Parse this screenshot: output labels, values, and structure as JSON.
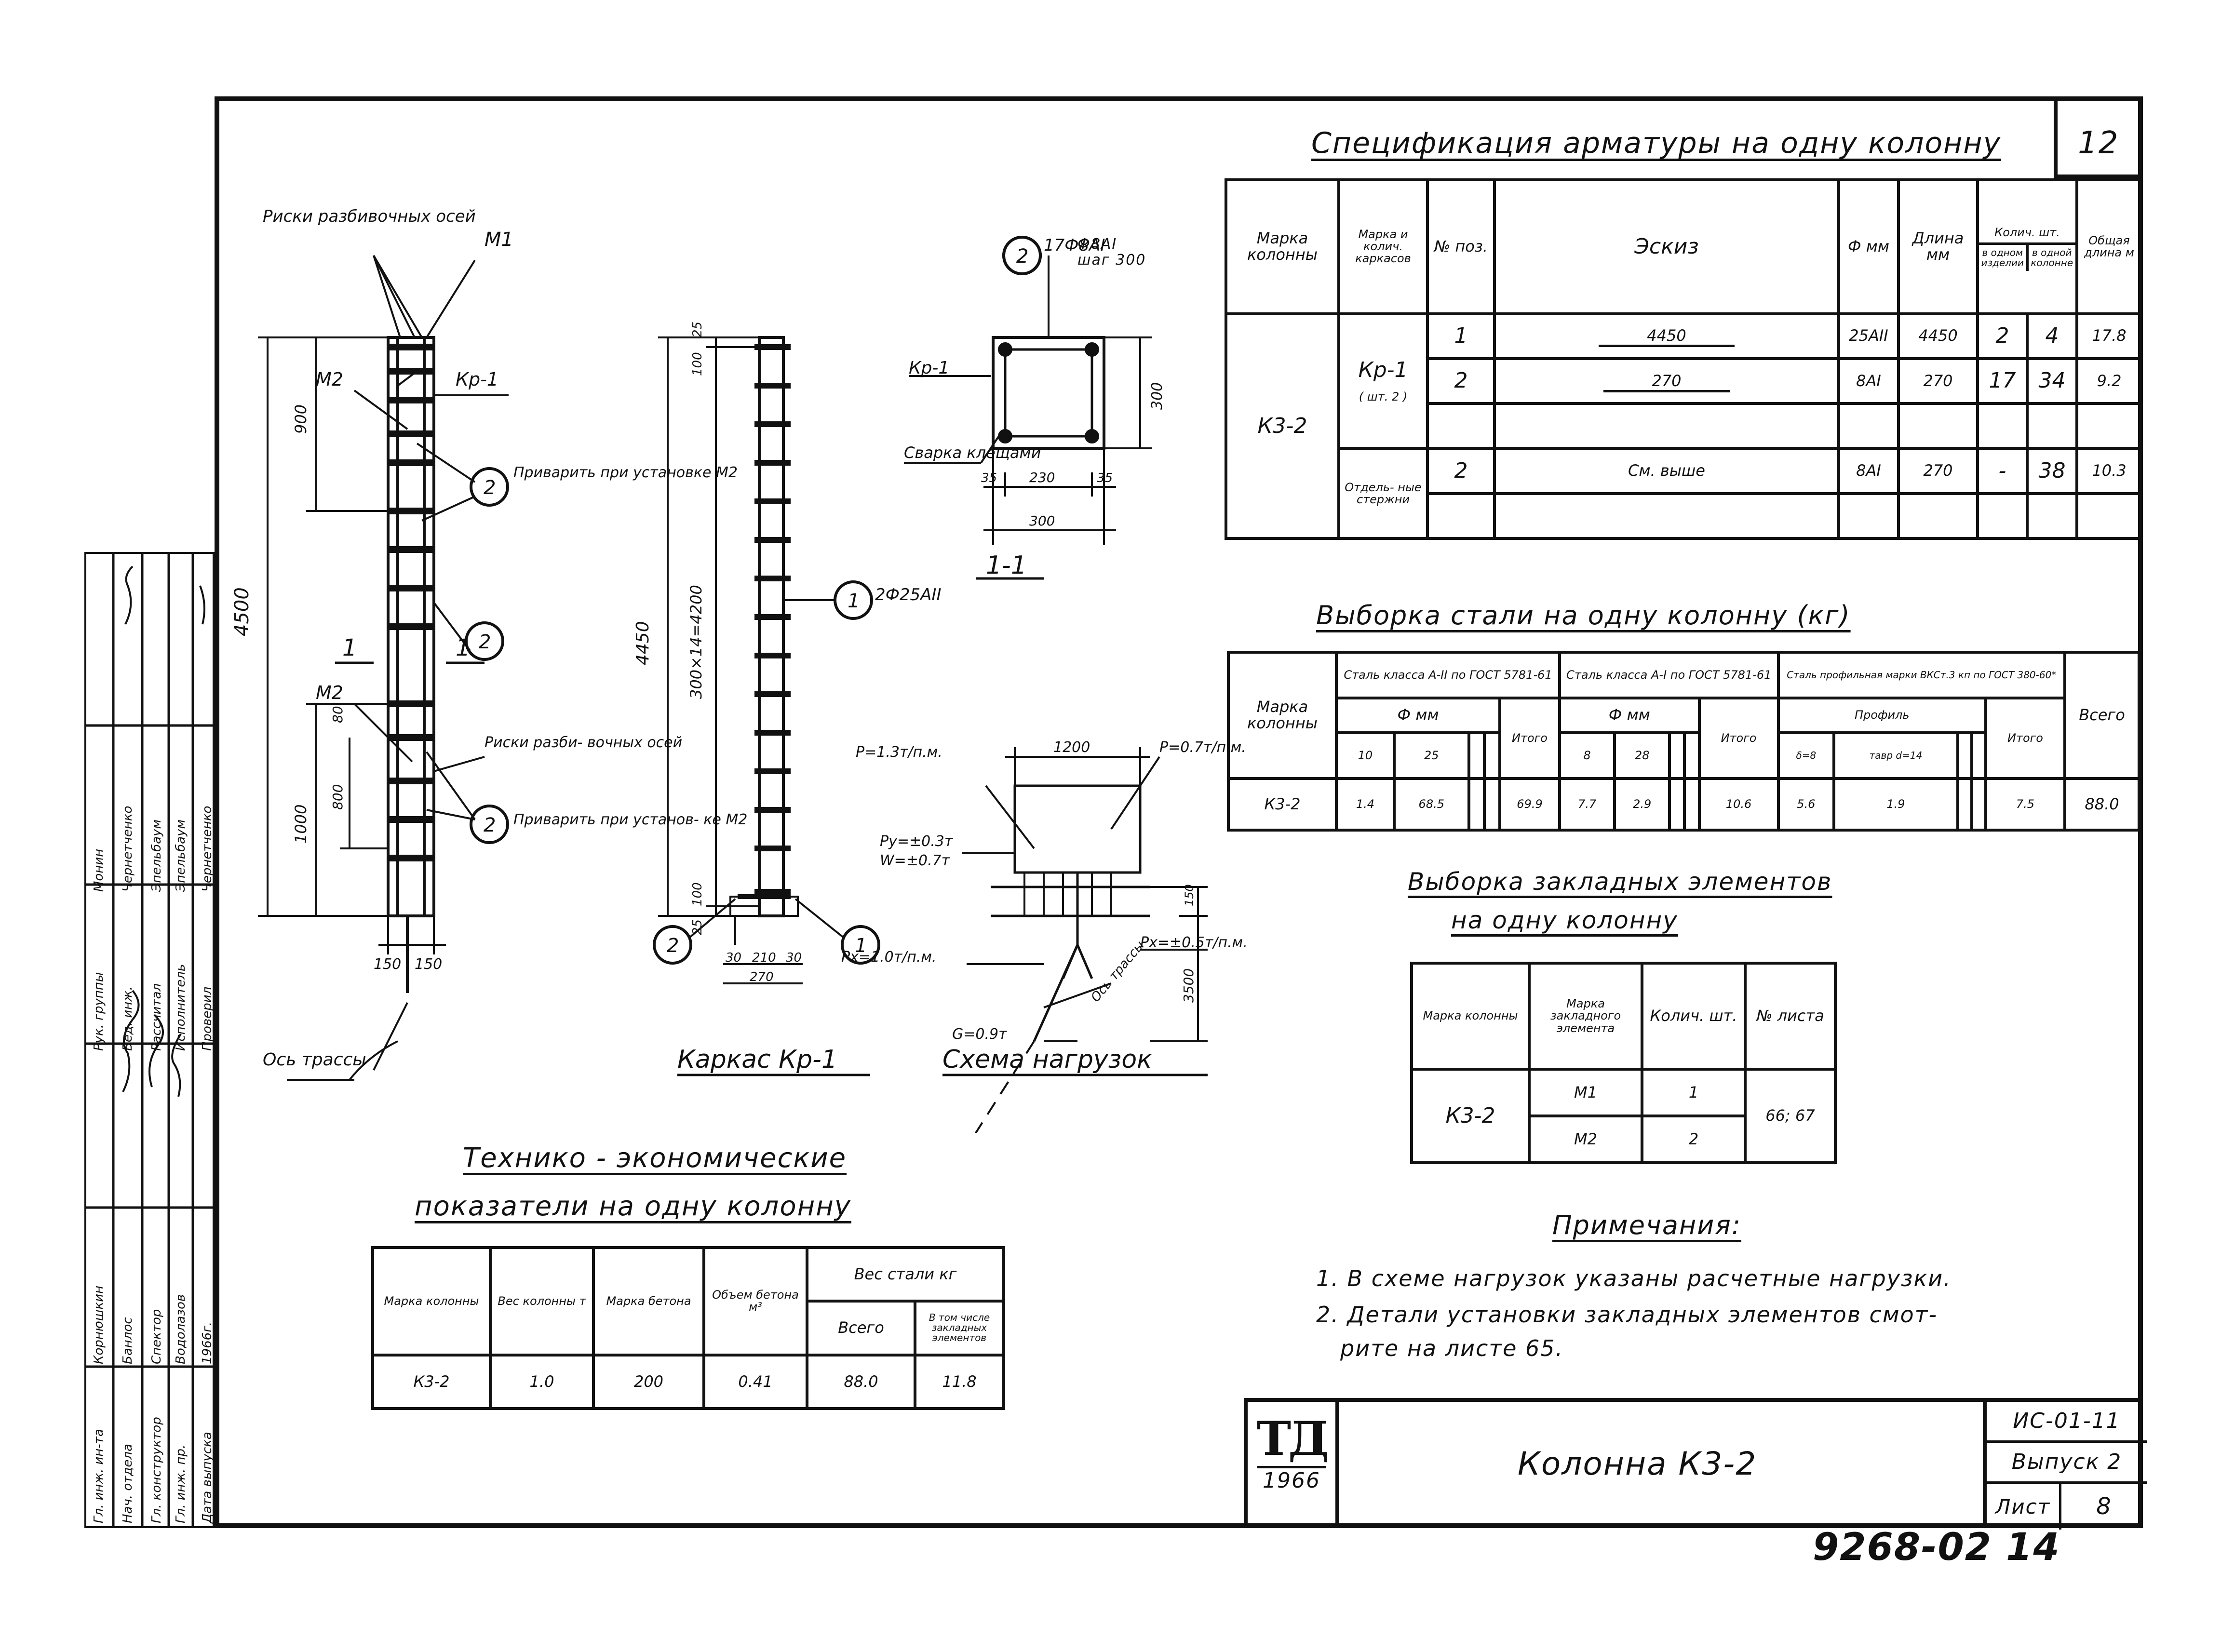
{
  "sheet_number": "12",
  "spec_table": {
    "title": "Спецификация арматуры на одну колонну",
    "headers": [
      "Марка колонны",
      "Марка и колич. каркасов",
      "№ поз.",
      "Эскиз",
      "Ф мм",
      "Длина мм",
      "Колич. шт.",
      "в одном изделии",
      "в одной колонне",
      "Общая длина м"
    ],
    "column_mark": "К3-2",
    "frame_mark": "Кр-1",
    "frame_qty": "( шт. 2 )",
    "separate_label": "Отдель- ные стержни",
    "rows": [
      {
        "pos": "1",
        "sketch": "4450",
        "dia": "25АII",
        "length": "4450",
        "qty_item": "2",
        "qty_col": "4",
        "total": "17.8"
      },
      {
        "pos": "2",
        "sketch": "270",
        "dia": "8АI",
        "length": "270",
        "qty_item": "17",
        "qty_col": "34",
        "total": "9.2"
      },
      {
        "pos": "2",
        "sketch": "См. выше",
        "dia": "8АI",
        "length": "270",
        "qty_item": "-",
        "qty_col": "38",
        "total": "10.3"
      }
    ]
  },
  "steel_table": {
    "title": "Выборка стали на одну колонну (кг)",
    "h_mark": "Марка колонны",
    "h_class2": "Сталь класса А-II по ГОСТ 5781-61",
    "h_class1": "Сталь класса А-I по ГОСТ 5781-61",
    "h_profile": "Сталь профильная марки ВКСт.3 кп по ГОСТ 380-60*",
    "h_dia": "Ф мм",
    "h_profile_sub": "Профиль",
    "h_total": "Итого",
    "h_all": "Всего",
    "d1": "10",
    "d2": "25",
    "d3": "8",
    "d4": "28",
    "p1": "δ=8",
    "p2": "тавр d=14",
    "mark": "К3-2",
    "v1": "1.4",
    "v2": "68.5",
    "t1": "69.9",
    "v3": "7.7",
    "v4": "2.9",
    "t2": "10.6",
    "v5": "5.6",
    "v6": "1.9",
    "t3": "7.5",
    "all": "88.0"
  },
  "embed_table": {
    "title1": "Выборка закладных элементов",
    "title2": "на одну колонну",
    "h1": "Марка колонны",
    "h2": "Марка закладного элемента",
    "h3": "Колич. шт.",
    "h4": "№ листа",
    "mark": "К3-2",
    "e1": "М1",
    "q1": "1",
    "e2": "М2",
    "q2": "2",
    "sheets": "66; 67"
  },
  "notes": {
    "title": "Примечания:",
    "n1": "1. В схеме нагрузок указаны расчетные нагрузки.",
    "n2": "2. Детали установки закладных элементов смот-",
    "n3": "рите на листе 65."
  },
  "tech_table": {
    "title1": "Технико - экономические",
    "title2": "показатели на одну колонну",
    "h1": "Марка колонны",
    "h2": "Вес колонны т",
    "h3": "Марка бетона",
    "h4": "Объем бетона м³",
    "h5": "Вес стали кг",
    "h6": "Всего",
    "h7": "В том числе закладных элементов",
    "mark": "К3-2",
    "weight": "1.0",
    "concrete": "200",
    "volume": "0.41",
    "steel": "88.0",
    "embedded": "11.8"
  },
  "title_block": {
    "logo": "ТД",
    "year": "1966",
    "name": "Колонна К3-2",
    "series": "ИС-01-11",
    "issue": "Выпуск 2",
    "sheet_label": "Лист",
    "sheet": "8"
  },
  "stamp": {
    "roles": [
      "Гл. инж. ин-та",
      "Нач. отдела",
      "Гл. конструктор",
      "Гл. инж. пр.",
      "Дата выпуска",
      "Рук. группы",
      "Вед. инж.",
      "Рассчитал",
      "Исполнитель",
      "Проверил"
    ],
    "names": [
      "Корнюшкин",
      "Банлос",
      "Спектор",
      "Водолазов",
      "1966г.",
      "Монин",
      "Чернетченко",
      "Эпельбаум",
      "Эпельбаум",
      "Чернетченко"
    ]
  },
  "doc_number": "9268-02 14",
  "drawing": {
    "frame_label": "Каркас Кр-1",
    "load_label": "Схема нагрузок",
    "section_label": "1-1",
    "rsk1": "Риски разбивочных осей",
    "rsk2": "Риски разби- вочных осей",
    "m1": "М1",
    "m2": "М2",
    "m2b": "М2",
    "kr1": "Кр-1",
    "kr1b": "Кр-1",
    "weld1": "Приварить при установке М2",
    "weld2": "Приварить при установ- ке М2",
    "axis": "Ось трассы",
    "axis2": "Ось трассы",
    "d4500": "4500",
    "d900": "900",
    "d1000": "1000",
    "d800": "800",
    "d80": "80",
    "d150a": "150",
    "d150b": "150",
    "d4450": "4450",
    "d300x14": "300×14=4200",
    "d100a": "100",
    "d100b": "100",
    "d25a": "25",
    "d25b": "25",
    "c2a": "2",
    "c2b": "2",
    "c2c": "2",
    "c2d": "2",
    "c2e": "2",
    "c1a": "1",
    "c1b": "1",
    "s1a": "1",
    "s1b": "1",
    "bar2": "17Ф8АI",
    "bar2b": "Ф8АI шаг 300",
    "bar1": "2Ф25АII",
    "weld3": "Сварка клещами",
    "d300": "300",
    "d300b": "300",
    "d35a": "35",
    "d230": "230",
    "d35b": "35",
    "d30a": "30",
    "d210": "210",
    "d30b": "30",
    "d270": "270",
    "load_p1": "P=1.3т/п.м.",
    "load_p2": "P=0.7т/п.м.",
    "load_py": "Pу=±0.3т",
    "load_w": "W=±0.7т",
    "load_px1": "Pх=1.0т/п.м.",
    "load_px2": "Pх=±0.5т/п.м.",
    "load_g": "G=0.9т",
    "d1200": "1200",
    "d3500": "3500",
    "d150c": "150"
  }
}
